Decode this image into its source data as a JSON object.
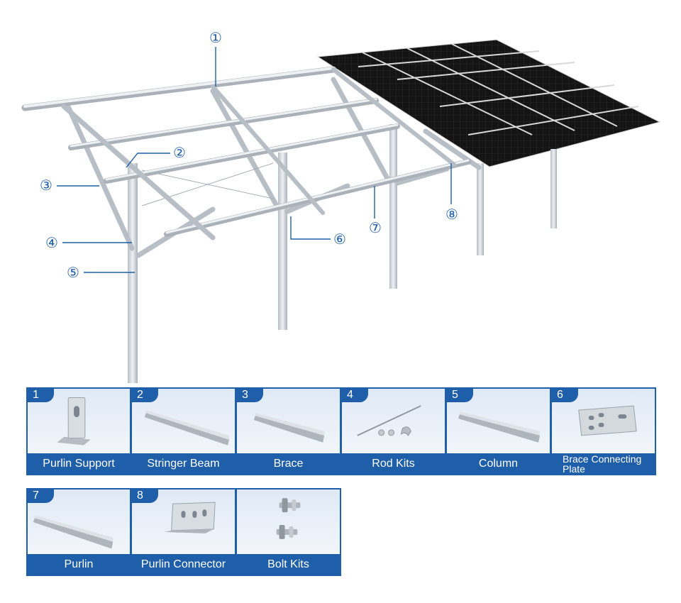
{
  "callouts": [
    "①",
    "②",
    "③",
    "④",
    "⑤",
    "⑥",
    "⑦",
    "⑧"
  ],
  "colors": {
    "accent": "#1f5ea8",
    "panel": "#161616",
    "metal": "#cfd4da"
  },
  "parts": [
    {
      "number": "1",
      "name": "Purlin Support",
      "icon": "purlin-support-icon"
    },
    {
      "number": "2",
      "name": "Stringer Beam",
      "icon": "stringer-beam-icon"
    },
    {
      "number": "3",
      "name": "Brace",
      "icon": "brace-icon"
    },
    {
      "number": "4",
      "name": "Rod Kits",
      "icon": "rod-kits-icon"
    },
    {
      "number": "5",
      "name": "Column",
      "icon": "column-icon"
    },
    {
      "number": "6",
      "name_line1": "Brace Connecting",
      "name_line2": "Plate",
      "icon": "brace-connecting-plate-icon"
    },
    {
      "number": "7",
      "name": "Purlin",
      "icon": "purlin-icon"
    },
    {
      "number": "8",
      "name": "Purlin Connector",
      "icon": "purlin-connector-icon"
    },
    {
      "name": "Bolt Kits",
      "icon": "bolt-kits-icon"
    }
  ]
}
